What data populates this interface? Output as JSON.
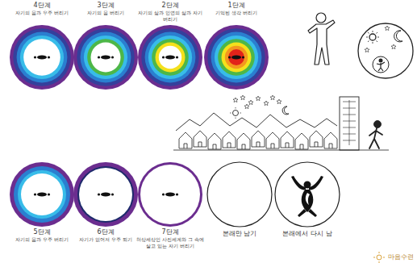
{
  "diagram": {
    "nodes": [
      {
        "text": [
          "4단계",
          "자기의 몸과 우주 버리기"
        ]
      },
      {
        "text": [
          "3단계",
          "자기의 몸 버리기"
        ]
      },
      {
        "text": [
          "2단계",
          "자기의 삶과 인연의 삶과 자기 버리기"
        ]
      },
      {
        "text": [
          "1단계",
          "기억된 생각 버리기"
        ]
      },
      {
        "text": [
          "5단계",
          "자기의 몸과 우주 버리기"
        ]
      },
      {
        "text": [
          "6단계",
          "자기가 없어져 우주 되기"
        ]
      },
      {
        "text": [
          "7단계",
          "허상세상인 사진세계와 그 속에 살고 있는 자기 버리기"
        ]
      },
      {
        "text": [
          "본래만 남기"
        ]
      },
      {
        "text": [
          "본래에서 다시 남"
        ]
      }
    ],
    "labels": [
      "마음수련"
    ]
  }
}
